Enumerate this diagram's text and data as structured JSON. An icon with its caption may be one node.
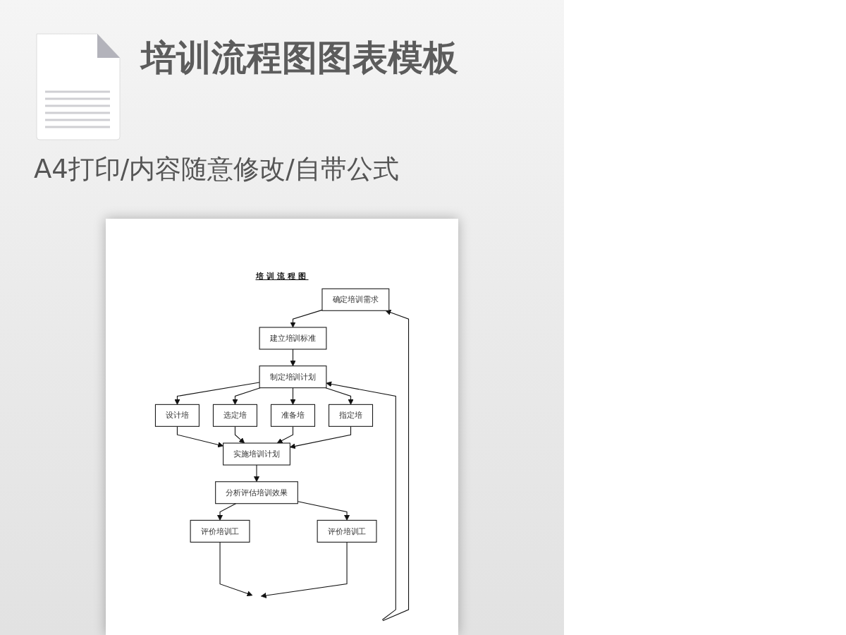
{
  "diagram": {
    "title": "培训流程图图表模板",
    "nodes": [
      {
        "text": [
          "确定培训需求"
        ]
      },
      {
        "text": [
          "建立培训标准"
        ]
      },
      {
        "text": [
          "制定培训计划"
        ]
      },
      {
        "text": [
          "设计培"
        ]
      },
      {
        "text": [
          "选定培"
        ]
      },
      {
        "text": [
          "准备培"
        ]
      },
      {
        "text": [
          "指定培"
        ]
      },
      {
        "text": [
          "实施培训计划"
        ]
      },
      {
        "text": [
          "分析评估培训效果"
        ]
      },
      {
        "text": [
          "评价培训工"
        ]
      },
      {
        "text": [
          "评价培训工"
        ]
      }
    ],
    "edges": [
      {
        "from": 0,
        "to": 1,
        "arrow": "to"
      },
      {
        "from": 1,
        "to": 2,
        "arrow": "to"
      },
      {
        "from": 2,
        "to": 3,
        "arrow": "to"
      },
      {
        "from": 2,
        "to": 4,
        "arrow": "to"
      },
      {
        "from": 2,
        "to": 5,
        "arrow": "to"
      },
      {
        "from": 2,
        "to": 6,
        "arrow": "to"
      },
      {
        "from": 3,
        "to": 7,
        "arrow": "to"
      },
      {
        "from": 4,
        "to": 7,
        "arrow": "to"
      },
      {
        "from": 5,
        "to": 7,
        "arrow": "to"
      },
      {
        "from": 6,
        "to": 7,
        "arrow": "to"
      },
      {
        "from": 7,
        "to": 8,
        "arrow": "to"
      },
      {
        "from": 8,
        "to": 9,
        "arrow": "to"
      },
      {
        "from": 8,
        "to": 10,
        "arrow": "to"
      },
      {
        "from": 9,
        "to": null,
        "arrow": "to"
      },
      {
        "from": 10,
        "to": null,
        "arrow": "to"
      },
      {
        "from": null,
        "to": 0,
        "arrow": "to"
      },
      {
        "from": null,
        "to": 2,
        "arrow": "to"
      }
    ],
    "labels": [
      "A4打印/内容随意修改/自带公式",
      "培训流程图"
    ]
  }
}
